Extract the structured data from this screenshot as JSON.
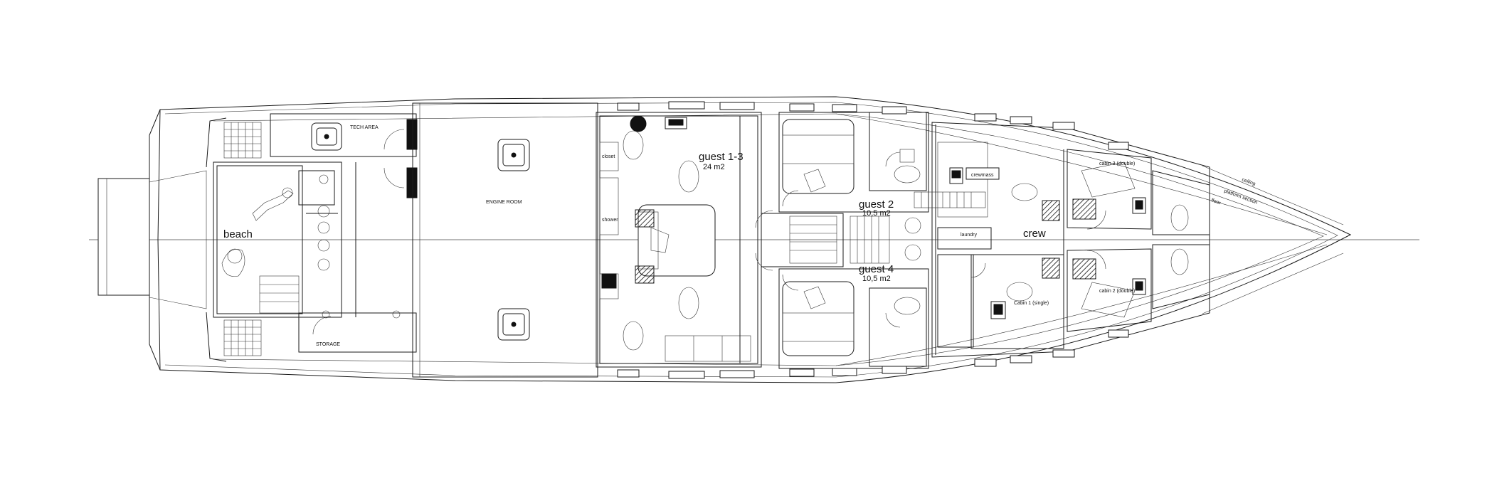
{
  "labels": {
    "beach": "beach",
    "tech_area": "TECH AREA",
    "storage": "STORAGE",
    "engine_room": "ENGINE ROOM",
    "guest_1_3": "guest 1-3",
    "guest_1_3_area": "24 m2",
    "closet": "closet",
    "shower": "shower",
    "guest_2": "guest 2",
    "guest_2_area": "10,5 m2",
    "guest_4": "guest 4",
    "guest_4_area": "10,5 m2",
    "crewmass": "crewmass",
    "laundry": "laundry",
    "crew": "crew",
    "cabin_3": "cabin 3 (double)",
    "cabin_2": "cabin 2 (double)",
    "cabin_1": "Cabin 1 (single)",
    "ceiling": "ceiling",
    "platform_section": "platform section",
    "floor": "floor"
  }
}
